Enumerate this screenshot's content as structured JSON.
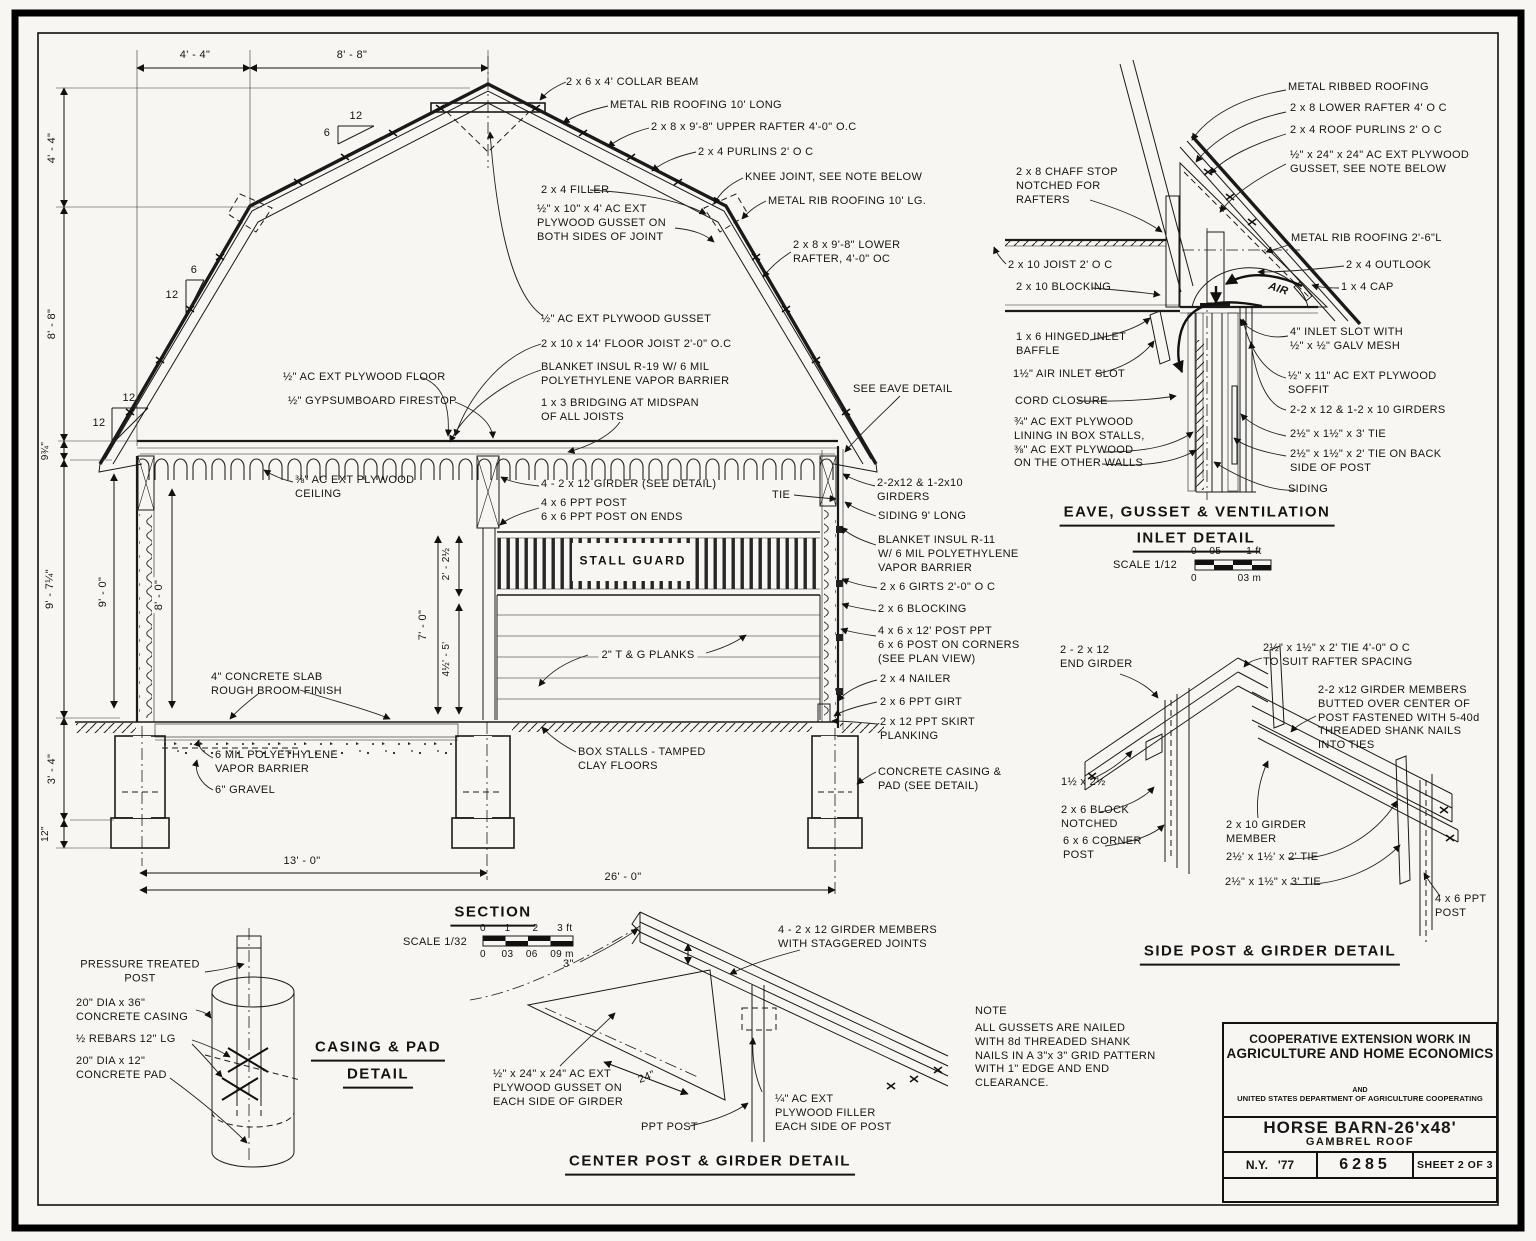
{
  "section": {
    "title": "SECTION",
    "scale_label": "SCALE 1/32",
    "scale_ft": "0      1       2      3 ft",
    "scale_m": "0     03    06    09 m",
    "callouts": {
      "collar_beam": "2 x 6 x 4' COLLAR BEAM",
      "roofing_upper": "METAL RIB ROOFING 10' LONG",
      "upper_rafter": "2 x 8 x 9'-8\" UPPER RAFTER 4'-0\" O.C",
      "purlins": "2 x 4 PURLINS 2' O C",
      "knee_joint": "KNEE JOINT, SEE NOTE BELOW",
      "roofing_lower": "METAL RIB ROOFING 10' LG.",
      "filler": "2 x 4 FILLER",
      "knee_gusset": "½\" x 10\" x 4' AC EXT\nPLYWOOD GUSSET ON\nBOTH SIDES OF JOINT",
      "lower_rafter": "2 x 8 x 9'-8\" LOWER\nRAFTER, 4'-0\" OC",
      "peak_gusset": "½\" AC EXT PLYWOOD GUSSET",
      "floor_joist": "2 x 10 x 14' FLOOR JOIST 2'-0\" O.C",
      "insul_r19": "BLANKET INSUL R-19 W/ 6 MIL\nPOLYETHYLENE VAPOR BARRIER",
      "bridging": "1 x 3 BRIDGING AT MIDSPAN\nOF ALL JOISTS",
      "ply_floor": "½\" AC EXT PLYWOOD FLOOR",
      "firestop": "½\" GYPSUMBOARD FIRESTOP",
      "see_eave": "SEE EAVE DETAIL",
      "ceiling": "⅜\" AC EXT PLYWOOD\nCEILING",
      "girder4": "4 - 2 x 12 GIRDER (SEE DETAIL)",
      "posts": "4 x 6 PPT POST\n6 x 6 PPT POST ON ENDS",
      "stall_guard": "STALL GUARD",
      "planks": "2\" T & G PLANKS",
      "tie": "TIE",
      "girders_right": "2-2x12 & 1-2x10\nGIRDERS",
      "siding": "SIDING 9' LONG",
      "insul_r11": "BLANKET INSUL R-11\nW/ 6 MIL POLYETHYLENE\nVAPOR BARRIER",
      "girts": "2 x 6 GIRTS 2'-0\" O C",
      "blocking": "2 x 6 BLOCKING",
      "post_ppt": "4 x 6 x 12' POST PPT\n6 x 6 POST ON CORNERS\n(SEE PLAN VIEW)",
      "nailer": "2 x 4 NAILER",
      "ppt_girt": "2 x 6 PPT GIRT",
      "skirt": "2 x 12 PPT SKIRT\n   PLANKING",
      "slab": "4\" CONCRETE SLAB\nROUGH BROOM FINISH",
      "vapor": "6 MIL POLYETHYLENE\nVAPOR BARRIER",
      "gravel": "6\" GRAVEL",
      "box_stalls": "BOX STALLS - TAMPED\nCLAY FLOORS",
      "casing_pad": "CONCRETE CASING &\nPAD (SEE DETAIL)"
    },
    "dims": {
      "h44": "4' - 4\"",
      "h88": "8' - 8\"",
      "v44": "4' - 4\"",
      "v88": "8' - 8\"",
      "v934": "9¾\"",
      "v9714": "9' - 7¼\"",
      "v34": "3' - 4\"",
      "v12": "12\"",
      "v90": "9' - 0\"",
      "v80": "8' - 0\"",
      "v70": "7' - 0\"",
      "v225": "2' - 2½",
      "v455": "4½' - 5'",
      "b13": "13' - 0\"",
      "b26": "26' - 0\""
    },
    "slopes": {
      "t1_run": "12",
      "t1_rise": "6",
      "t2_rise": "6",
      "t2_run": "12",
      "t3_a": "12",
      "t3_b": "12"
    }
  },
  "eave": {
    "callouts": {
      "chaff": "2 x 8 CHAFF STOP\nNOTCHED FOR\nRAFTERS",
      "joist": "2 x 10 JOIST 2' O C",
      "blocking": "2 x 10 BLOCKING",
      "baffle": "1 x 6 HINGED INLET\n        BAFFLE",
      "air_slot": "1½\" AIR INLET SLOT",
      "cord": "CORD CLOSURE",
      "lining": "¾\" AC EXT PLYWOOD\nLINING IN BOX STALLS,\n⅜\" AC EXT PLYWOOD\nON THE OTHER WALLS",
      "ribbed": "METAL RIBBED ROOFING",
      "lower_rafter": "2 x 8 LOWER RAFTER 4' O C",
      "purlins": "2 x 4 ROOF PURLINS 2' O C",
      "gusset": "½\" x 24\" x 24\" AC EXT PLYWOOD\nGUSSET, SEE NOTE BELOW",
      "ribroof": "METAL RIB ROOFING 2'-6\"L",
      "outlook": "2 x 4 OUTLOOK",
      "cap": "1 x 4 CAP",
      "inlet4": "4\" INLET SLOT WITH\n½\" x ½\" GALV MESH",
      "soffit": "½\" x 11\" AC EXT PLYWOOD\nSOFFIT",
      "girders": "2-2 x 12 & 1-2 x 10 GIRDERS",
      "tie3": "2½\" x 1½\" x 3' TIE",
      "tie2": "2½\" x 1½\" x 2' TIE ON BACK\nSIDE OF POST",
      "siding": "SIDING"
    },
    "air": "AIR",
    "title_line1": "EAVE, GUSSET & VENTILATION",
    "title_line2": "INLET DETAIL",
    "scale_label": "SCALE 1/12",
    "scale_ft": "0    05        1 ft",
    "scale_m": "0             03 m"
  },
  "side_detail": {
    "callouts": {
      "end_girder": "2 - 2 x 12\nEND GIRDER",
      "tie_oc": "2½\" x 1½\" x 2' TIE 4'-0\" O C\nTO SUIT RAFTER SPACING",
      "members": "2-2 x12 GIRDER MEMBERS\nBUTTED OVER CENTER OF\nPOST FASTENED WITH 5-40d\nTHREADED SHANK NAILS\nINTO TIES",
      "size1525": "1½ x 2½",
      "block": "2 x 6 BLOCK\nNOTCHED",
      "corner": "6 x 6 CORNER\nPOST",
      "member10": "2 x 10 GIRDER\nMEMBER",
      "tie2": "2½' x 1½' x 2' TIE",
      "tie3": "2½\" x 1½\" x 3' TIE",
      "ppt": "4 x 6 PPT\nPOST"
    },
    "title": "SIDE POST & GIRDER DETAIL"
  },
  "center_detail": {
    "callouts": {
      "members": "4 - 2 x 12 GIRDER MEMBERS\nWITH STAGGERED JOINTS",
      "gusset": "½\" x 24\" x 24\" AC EXT\nPLYWOOD GUSSET ON\nEACH SIDE OF GIRDER",
      "ppt_post": "PPT POST",
      "filler": "¼\" AC EXT\nPLYWOOD FILLER\nEACH SIDE OF POST"
    },
    "dims": {
      "d3": "3\"",
      "d24": "24\""
    },
    "title": "CENTER POST & GIRDER DETAIL"
  },
  "casing_detail": {
    "callouts": {
      "pt_post": "PRESSURE TREATED\nPOST",
      "casing": "20\" DIA x 36\"\nCONCRETE CASING",
      "rebars": "½ REBARS 12\" LG",
      "pad": "20\" DIA x 12\"\nCONCRETE PAD"
    },
    "title_line1": "CASING & PAD",
    "title_line2": "DETAIL"
  },
  "note": {
    "title": "NOTE",
    "body": "ALL GUSSETS ARE NAILED\nWITH 8d THREADED SHANK\nNAILS IN A 3\"x 3\" GRID PATTERN\nWITH 1\" EDGE AND END\nCLEARANCE."
  },
  "title_block": {
    "line1": "COOPERATIVE EXTENSION WORK IN",
    "line2": "AGRICULTURE AND HOME ECONOMICS",
    "and_word": "AND",
    "usda": "UNITED STATES DEPARTMENT OF AGRICULTURE COOPERATING",
    "barn": "HORSE BARN-26'x48'",
    "roof": "GAMBREL ROOF",
    "state": "N.Y.",
    "year": "'77",
    "number": "6285",
    "sheet": "SHEET 2 OF 3"
  }
}
